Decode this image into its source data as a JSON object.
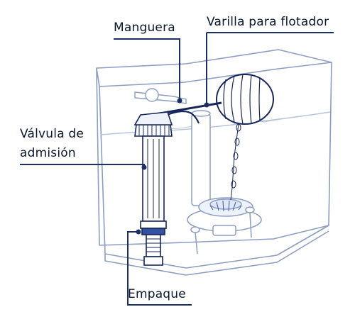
{
  "labels": {
    "manguera": "Manguera",
    "varilla": "Varilla para flotador",
    "valvula_line1": "Válvula de",
    "valvula_line2": "admisión",
    "empaque": "Empaque"
  },
  "colors": {
    "leader": "#1c2f63",
    "outline": "#8b9dc3",
    "light_outline": "#b7c3de",
    "dark": "#16265a",
    "accent": "#3552a0",
    "background": "#ffffff"
  }
}
